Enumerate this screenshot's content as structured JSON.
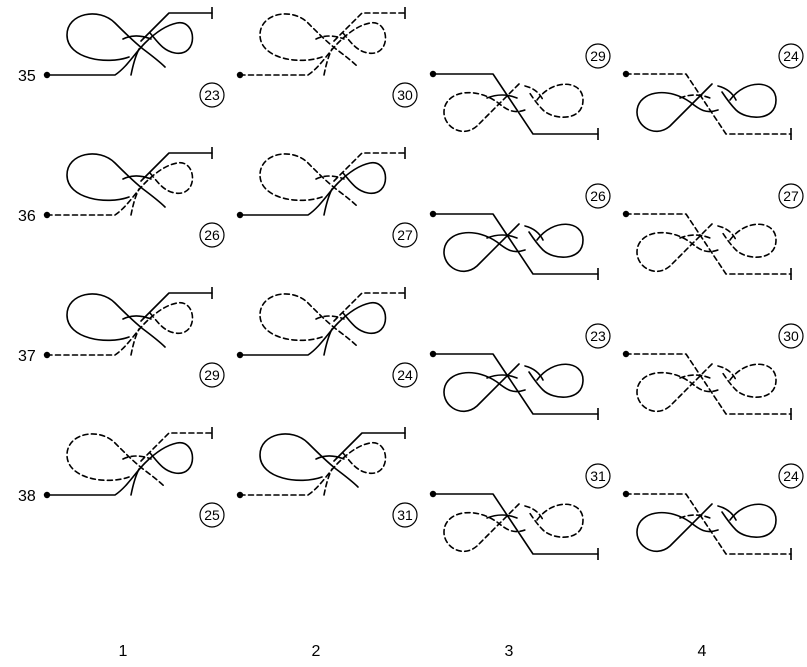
{
  "columns": [
    "1",
    "2",
    "3",
    "4"
  ],
  "rows": [
    {
      "label": "35",
      "cells": [
        {
          "number": "23",
          "top": "solid",
          "bottom": "solid"
        },
        {
          "number": "30",
          "top": "dashed",
          "bottom": "dashed"
        },
        {
          "number": "29",
          "top": "solid",
          "bottom": "dashed"
        },
        {
          "number": "24",
          "top": "dashed",
          "bottom": "solid"
        }
      ]
    },
    {
      "label": "36",
      "cells": [
        {
          "number": "26",
          "top": "solid",
          "bottom": "dashed"
        },
        {
          "number": "27",
          "top": "dashed",
          "bottom": "solid"
        },
        {
          "number": "26",
          "top": "solid",
          "bottom": "solid"
        },
        {
          "number": "27",
          "top": "dashed",
          "bottom": "dashed"
        }
      ]
    },
    {
      "label": "37",
      "cells": [
        {
          "number": "29",
          "top": "solid",
          "bottom": "dashed"
        },
        {
          "number": "24",
          "top": "dashed",
          "bottom": "solid"
        },
        {
          "number": "23",
          "top": "solid",
          "bottom": "solid"
        },
        {
          "number": "30",
          "top": "dashed",
          "bottom": "dashed"
        }
      ]
    },
    {
      "label": "38",
      "cells": [
        {
          "number": "25",
          "top": "dashed",
          "bottom": "solid"
        },
        {
          "number": "31",
          "top": "solid",
          "bottom": "dashed"
        },
        {
          "number": "31",
          "top": "solid",
          "bottom": "dashed"
        },
        {
          "number": "24",
          "top": "dashed",
          "bottom": "solid"
        }
      ]
    }
  ]
}
